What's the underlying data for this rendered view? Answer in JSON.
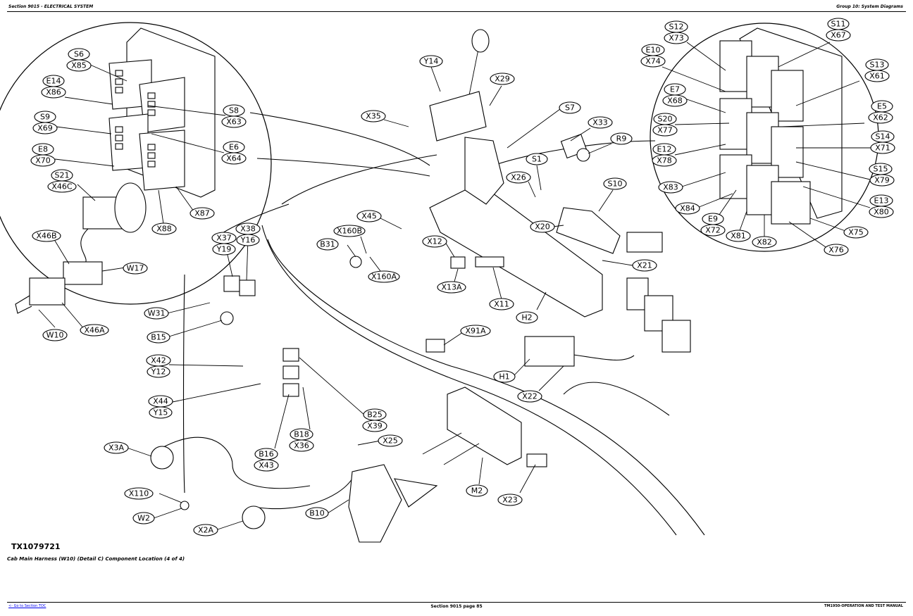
{
  "header": {
    "section": "Section 9015 - ELECTRICAL SYSTEM",
    "group": "Group 10: System Diagrams"
  },
  "figure": {
    "id": "TX1079721",
    "caption": "Cab Main Harness (W10) (Detail C) Component Location (4 of 4)"
  },
  "footer": {
    "toc_link": "<- Go to Section TOC",
    "page": "Section 9015 page 85",
    "manual": "TM1950-OPERATION AND TEST MANUAL"
  },
  "callouts": {
    "S6": "S6",
    "X85": "X85",
    "E14": "E14",
    "X86": "X86",
    "S8": "S8",
    "X63": "X63",
    "S9": "S9",
    "X69": "X69",
    "E6": "E6",
    "X64": "X64",
    "E8": "E8",
    "X70": "X70",
    "S21": "S21",
    "X46C": "X46C",
    "X87": "X87",
    "X88": "X88",
    "X46B": "X46B",
    "W17": "W17",
    "X46A": "X46A",
    "W10": "W10",
    "Y14": "Y14",
    "X29": "X29",
    "X35": "X35",
    "S7": "S7",
    "X33": "X33",
    "R9": "R9",
    "S1": "S1",
    "X26": "X26",
    "S10": "S10",
    "X20": "X20",
    "X45": "X45",
    "X160B": "X160B",
    "B31": "B31",
    "X160A": "X160A",
    "X12": "X12",
    "X13A": "X13A",
    "X11": "X11",
    "X21": "X21",
    "X37": "X37",
    "X38": "X38",
    "Y19": "Y19",
    "Y16": "Y16",
    "W31": "W31",
    "B15": "B15",
    "H2": "H2",
    "X91A": "X91A",
    "X42": "X42",
    "Y12": "Y12",
    "H1": "H1",
    "X22": "X22",
    "X44": "X44",
    "Y15": "Y15",
    "B25": "B25",
    "X39": "X39",
    "B18": "B18",
    "X36": "X36",
    "X25": "X25",
    "X3A": "X3A",
    "B16": "B16",
    "X43": "X43",
    "M2": "M2",
    "X110": "X110",
    "X23": "X23",
    "W2": "W2",
    "B10": "B10",
    "X2A": "X2A",
    "S12": "S12",
    "X73": "X73",
    "S11": "S11",
    "X67": "X67",
    "E10": "E10",
    "X74": "X74",
    "S13": "S13",
    "X61": "X61",
    "E7": "E7",
    "X68": "X68",
    "E5": "E5",
    "X62": "X62",
    "S20": "S20",
    "X77": "X77",
    "S14": "S14",
    "X71": "X71",
    "E12": "E12",
    "X78": "X78",
    "X79": "X79",
    "S15": "S15",
    "X83": "X83",
    "E13": "E13",
    "X80": "X80",
    "X84": "X84",
    "E9": "E9",
    "X72": "X72",
    "X81": "X81",
    "X82": "X82",
    "X75": "X75",
    "X76": "X76"
  }
}
